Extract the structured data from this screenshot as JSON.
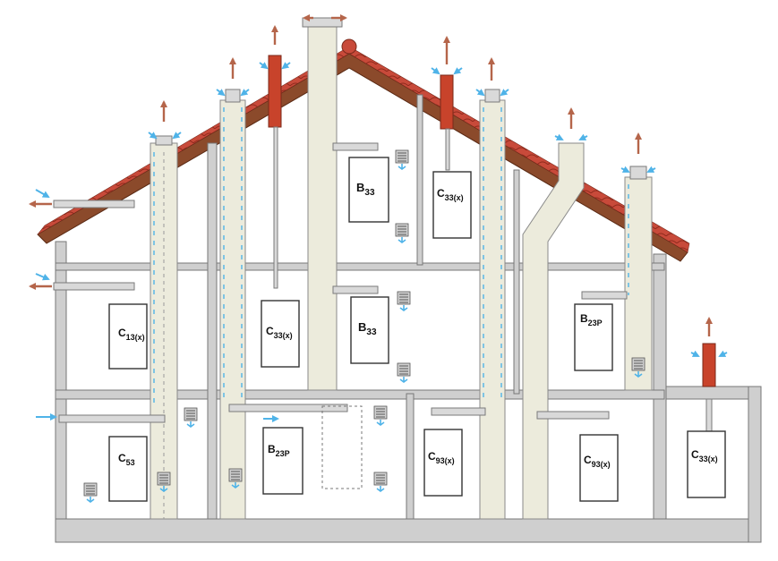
{
  "labels": {
    "c13": {
      "main": "C",
      "sub": "13(x)"
    },
    "c33_left": {
      "main": "C",
      "sub": "33(x)"
    },
    "b33_top": {
      "main": "B",
      "sub": "33"
    },
    "c33_top": {
      "main": "C",
      "sub": "33(x)"
    },
    "b33_mid": {
      "main": "B",
      "sub": "33"
    },
    "b23p_right": {
      "main": "B",
      "sub": "23P"
    },
    "c53": {
      "main": "C",
      "sub": "53"
    },
    "b23p_bottom": {
      "main": "B",
      "sub": "23P"
    },
    "c93_left": {
      "main": "C",
      "sub": "93(x)"
    },
    "c93_right": {
      "main": "C",
      "sub": "93(x)"
    },
    "c33_annex": {
      "main": "C",
      "sub": "33(x)"
    }
  },
  "colors": {
    "wall": "#cfcfcf",
    "roof_tiles": "#c0392b",
    "flue": "#ecebdc",
    "exhaust_arrow": "#b5654a",
    "intake_arrow": "#4fb3e8"
  },
  "icons": [
    "exhaust-arrow-icon",
    "intake-arrow-icon",
    "vent-grille-icon",
    "boiler-icon"
  ]
}
